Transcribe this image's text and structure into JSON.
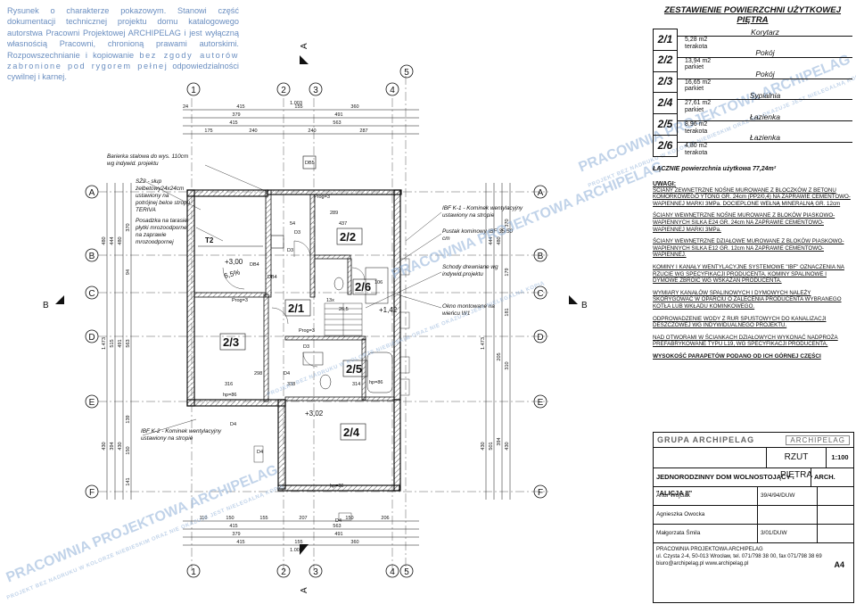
{
  "disclaimer": {
    "line1": "Rysunek o charakterze pokazowym. Stanowi część dokumentacji technicznej projektu domu katalogowego autorstwa Pracowni Projektowej ARCHIPELAG i jest wyłączną własnością Pracowni, chronioną prawami autorskimi. Rozpowszechnianie i kopiowanie",
    "line2": "bez zgody autorów zabronione pod rygorem pełnej",
    "line3": "odpowiedzialności cywilnej i karnej."
  },
  "notes": {
    "barrier": "Barierka stalowa do wys. 110cm wg indywid. projektu",
    "column": "SŻ2 - słup żelbetowy24x24cm ustawiony na potrójnej belce stropu TERIVA",
    "drain": "Posadzka na tarasie: płytki mrozoodporne na zaprawie mrozoodpornej",
    "chimney1": "IBF K-1 - Kominek wentylacyjny ustawiony na stropie",
    "chimneyDuct": "Pustak kominowy IBF 35/50 cm",
    "stairs": "Schody drewniane wg indywid.projektu",
    "window": "Okno montowane na wieńcu W1",
    "chimney2": "IBF K-2 - Kominek wentylacyjny ustawiony na stropie"
  },
  "plan": {
    "axes_top": [
      "1",
      "2",
      "3",
      "4",
      "5"
    ],
    "axes_side": [
      "A",
      "B",
      "C",
      "D",
      "E",
      "F"
    ],
    "section_a": "A",
    "section_b": "B",
    "rooms": [
      "2/1",
      "2/2",
      "2/3",
      "2/4",
      "2/5",
      "2/6"
    ],
    "levels": [
      "+3,00",
      "+3,02",
      "+1,42"
    ],
    "slope": "6,5%",
    "taras": "T2",
    "dims_top": [
      "415",
      "155",
      "360",
      "24",
      "379",
      "491",
      "415",
      "563",
      "175",
      "240",
      "240",
      "287",
      "1.003"
    ],
    "dims_bottom": [
      "110",
      "150",
      "155",
      "207",
      "150",
      "206",
      "415",
      "563",
      "379",
      "491",
      "415",
      "155",
      "360",
      "1.003"
    ],
    "dims_left": [
      "480",
      "444",
      "480",
      "370",
      "94",
      "1.473",
      "515",
      "491",
      "563",
      "139",
      "430",
      "394",
      "430",
      "150",
      "141"
    ],
    "dims_right": [
      "444",
      "480",
      "370",
      "179",
      "181",
      "1.473",
      "205",
      "310",
      "501",
      "394",
      "430",
      "430"
    ],
    "labels": [
      "D4",
      "D4",
      "D4",
      "D3",
      "D3",
      "D3",
      "D4",
      "DB4",
      "DB4",
      "DB5",
      "54",
      "437",
      "289",
      "316",
      "298",
      "338",
      "314",
      "106",
      "26,5",
      "13x",
      "hp=86",
      "hp=86",
      "hp=86",
      "Prog=3",
      "Prog=3",
      "Prog=3"
    ]
  },
  "panel": {
    "title": "ZESTAWIENIE POWIERZCHNI UŻYTKOWEJ PIĘTRA",
    "rooms": [
      {
        "num": "2/1",
        "name": "Korytarz",
        "area": "5,28 m2",
        "floor": "terakota"
      },
      {
        "num": "2/2",
        "name": "Pokój",
        "area": "13,94 m2",
        "floor": "parkiet"
      },
      {
        "num": "2/3",
        "name": "Pokój",
        "area": "16,65 m2",
        "floor": "parkiet"
      },
      {
        "num": "2/4",
        "name": "Sypialnia",
        "area": "27,61 m2",
        "floor": "parkiet"
      },
      {
        "num": "2/5",
        "name": "Łazienka",
        "area": "8,96 m2",
        "floor": "terakota"
      },
      {
        "num": "2/6",
        "name": "Łazienka",
        "area": "4,80 m2",
        "floor": "terakota"
      }
    ],
    "total": "ŁĄCZNIE powierzchnia użytkowa 77,24m²",
    "notes_title": "UWAGI:",
    "notes": [
      "ŚCIANY ZEWNĘTRZNE NOŚNE MUROWANE Z BLOCZKÓW Z BETONU KOMÓRKOWEGO YTONG GR. 24cm (PP2/0,4) NA ZAPRAWIE CEMENTOWO-WAPIENNEJ MARKI 3MPa. DOCIEPLONE WEŁNĄ MINERALNĄ GR. 12cm",
      "ŚCIANY WEWNĘTRZNE NOŚNE MUROWANE Z BLOKÓW PIASKOWO-WAPIENNYCH SILKA E24 GR. 24cm NA ZAPRAWIE CEMENTOWO-WAPIENNEJ MARKI 3MPa.",
      "ŚCIANY WEWNĘTRZNE DZIAŁOWE MUROWANE Z BLOKÓW PIASKOWO-WAPIENNYCH SILKA E12 GR. 12cm NA ZAPRAWIE CEMENTOWO-WAPIENNEJ.",
      "KOMINY I KANAŁY WENTYLACYJNE SYSTEMOWE \"IBF\" OZNACZENIA NA RZUCIE WG SPECYFIKACJI PRODUCENTA. KOMINY SPALINOWE I DYMOWE ZBROIĆ WG WSKAZAŃ PRODUCENTA.",
      "WYMIARY KANAŁÓW SPALINOWYCH I DYMOWYCH NALEŻY SKORYGOWAĆ W OPARCIU O ZALECENIA PRODUCENTA WYBRANEGO KOTŁA LUB WKŁADU KOMINKOWEGO.",
      "ODPROWADZENIE WODY Z RUR SPUSTOWYCH DO KANALIZACJI DESZCZOWEJ WG INDYWIDUALNEGO PROJEKTU.",
      "NAD OTWORAMI W ŚCIANKACH DZIAŁOWYCH WYKONAĆ NADPROŻA PREFABRYKOWANE TYPU L19, WG SPECYFIKACJI PRODUCENTA."
    ],
    "parapet": "WYSOKOŚĆ PARAPETÓW PODANO OD ICH GÓRNEJ CZĘŚCI"
  },
  "titleblock": {
    "logo": "GRUPA ARCHIPELAG",
    "logo2": "ARCHIPELAG",
    "drawing": "RZUT PIĘTRA",
    "scale": "1:100",
    "project": "JEDNORODZINNY DOM WOLNOSTOJĄCY \"ALICJA II\"",
    "branch": "ARCH.",
    "people": [
      {
        "name": "Artur Wójciak",
        "lic": "39/4/94/DUW"
      },
      {
        "name": "Agnieszka Owocka",
        "lic": ""
      },
      {
        "name": "Małgorzata Śmila",
        "lic": "3/01/DUW"
      }
    ],
    "company": "PRACOWNIA PROJEKTOWA ARCHIPELAG",
    "address": "ul. Czysta 2-4, 50-013 Wrocław, tel. 071/798 38 00, fax 071/798 38 69",
    "email": "biuro@archipelag.pl   www.archipelag.pl",
    "sheet": "A4"
  },
  "watermark": {
    "big": "PRACOWNIA PROJEKTOWA ARCHIPELAG",
    "small": "PROJEKT BEZ NADRUKU W KOLORZE NIEBIESKIM ORAZ NIE OKAZUJE JEST NIELEGALNĄ KOPIĄ"
  }
}
